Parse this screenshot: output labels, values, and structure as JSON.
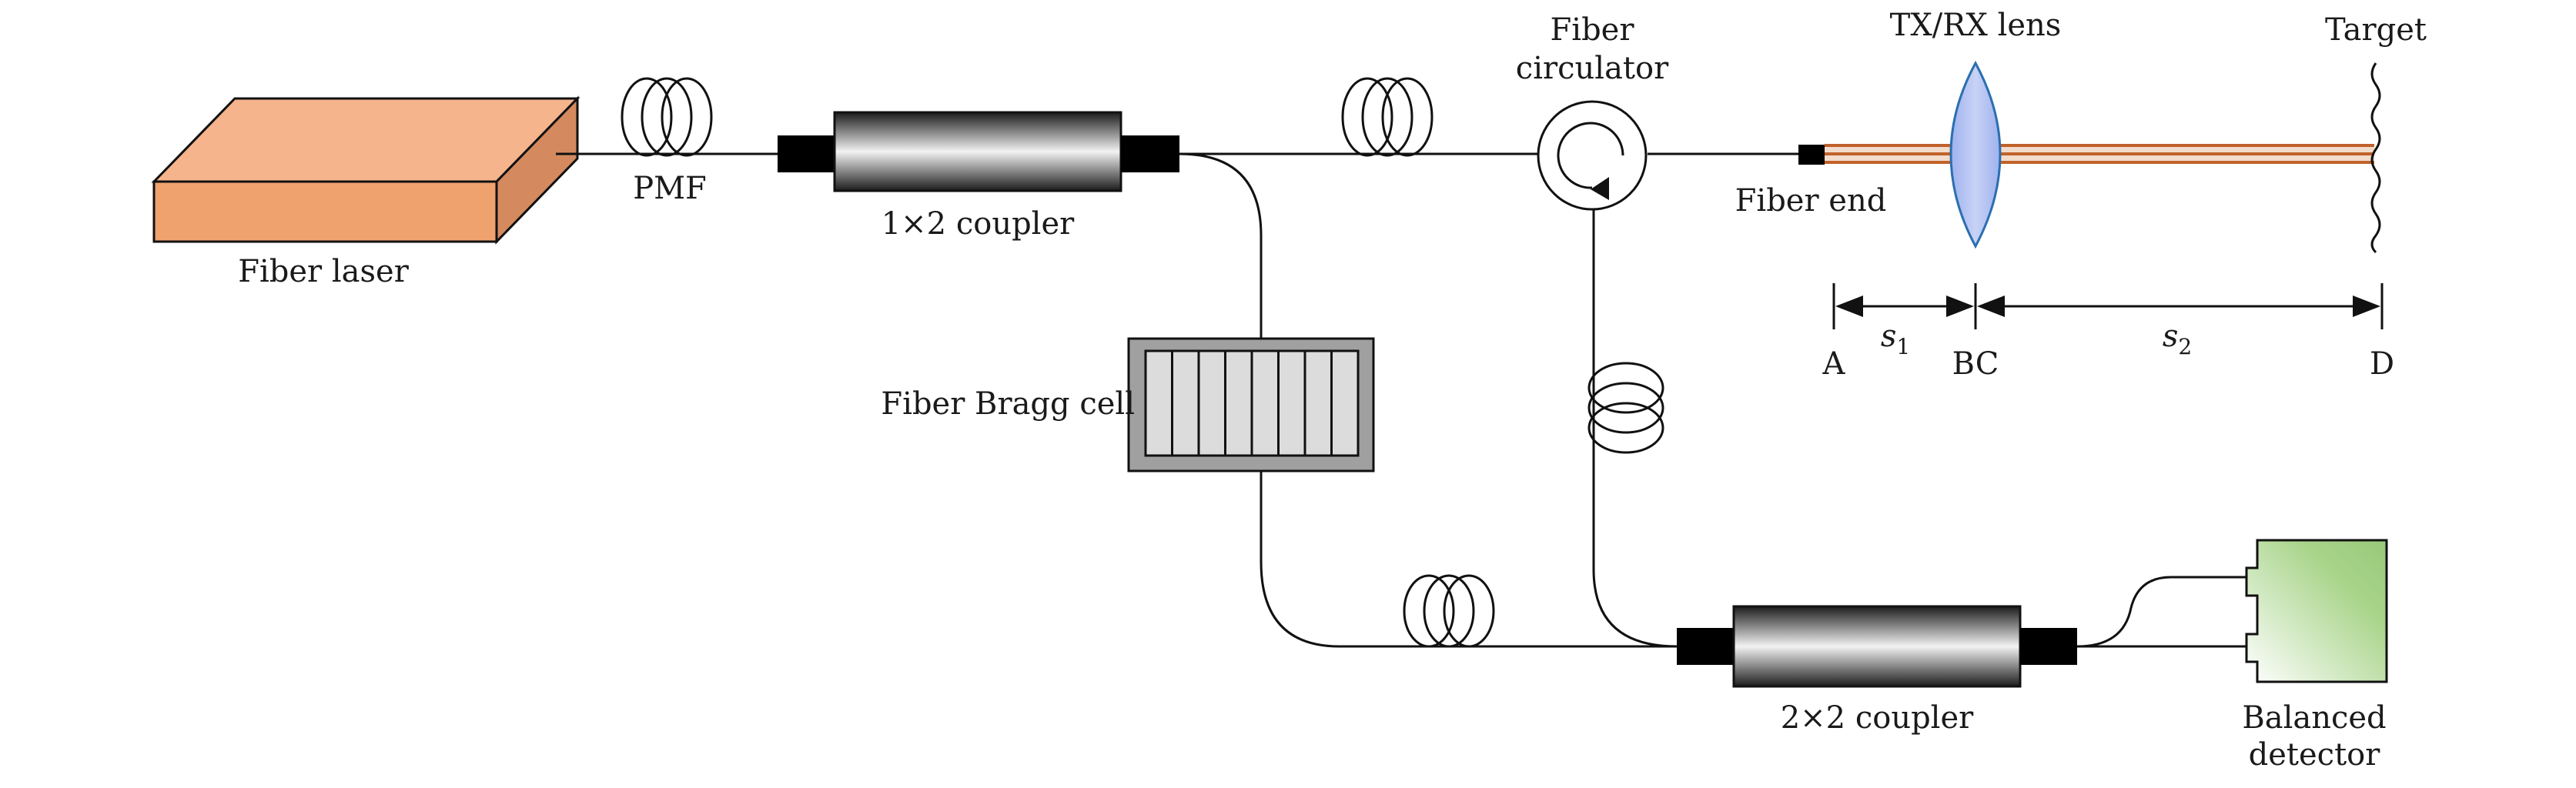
{
  "labels": {
    "fiber_laser": "Fiber laser",
    "pmf": "PMF",
    "coupler_1x2": "1×2 coupler",
    "fiber_circulator_line1": "Fiber",
    "fiber_circulator_line2": "circulator",
    "txrx_lens": "TX/RX lens",
    "target": "Target",
    "fiber_end": "Fiber end",
    "fiber_bragg_cell": "Fiber Bragg cell",
    "coupler_2x2": "2×2 coupler",
    "balanced_detector_line1": "Balanced",
    "balanced_detector_line2": "detector"
  },
  "distance": {
    "point_a": "A",
    "point_bc": "BC",
    "point_d": "D",
    "s1_base": "s",
    "s1_sub": "1",
    "s2_base": "s",
    "s2_sub": "2"
  },
  "colors": {
    "laser_top": "#f5b48c",
    "laser_front": "#f0a26e",
    "laser_side": "#d48a5e",
    "beam": "#c0622a",
    "lens": "#a9b8ee",
    "detector": "#a8d48a",
    "bragg_frame": "#a0a0a0",
    "bragg_cell": "#dcdcdc"
  }
}
